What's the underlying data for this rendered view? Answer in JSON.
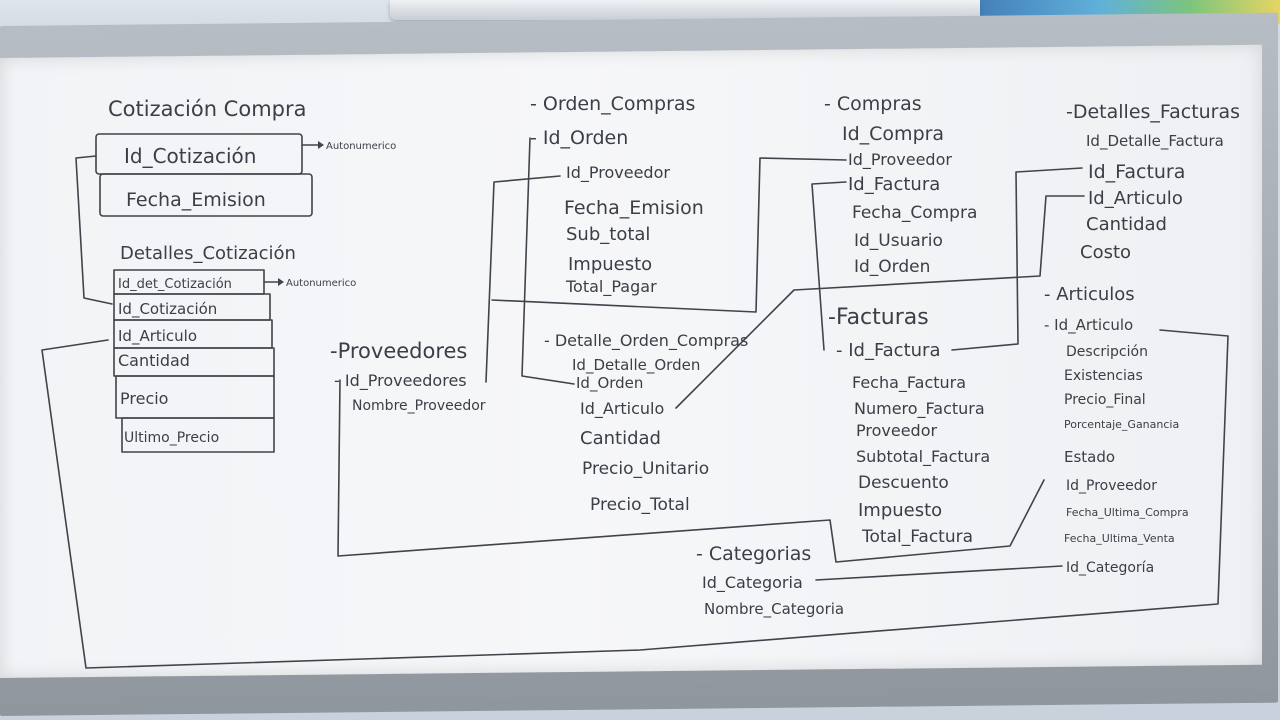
{
  "board": {
    "cotizacion_compra": {
      "title": "Cotización Compra",
      "fields": [
        "Id_Cotización",
        "Fecha_Emision"
      ],
      "note": "Autonumerico"
    },
    "detalles_cotizacion": {
      "title": "Detalles_Cotización",
      "fields": [
        "Id_det_Cotización",
        "Id_Cotización",
        "Id_Articulo",
        "Cantidad",
        "Precio",
        "Ultimo_Precio"
      ],
      "note": "Autonumerico"
    },
    "orden_compras": {
      "title": "- Orden_Compras",
      "fields": [
        "- Id_Orden",
        "Id_Proveedor",
        "Fecha_Emision",
        "Sub_total",
        "Impuesto",
        "Total_Pagar"
      ]
    },
    "detalle_orden_compras": {
      "title": "- Detalle_Orden_Compras",
      "fields": [
        "Id_Detalle_Orden",
        "Id_Orden",
        "Id_Articulo",
        "Cantidad",
        "Precio_Unitario",
        "Precio_Total"
      ]
    },
    "proveedores": {
      "title": "-Proveedores",
      "fields": [
        "- Id_Proveedores",
        "Nombre_Proveedor"
      ]
    },
    "compras": {
      "title": "- Compras",
      "fields": [
        "Id_Compra",
        "Id_Proveedor",
        "Id_Factura",
        "Fecha_Compra",
        "Id_Usuario",
        "Id_Orden"
      ]
    },
    "facturas": {
      "title": "-Facturas",
      "fields": [
        "- Id_Factura",
        "Fecha_Factura",
        "Numero_Factura",
        "Proveedor",
        "Subtotal_Factura",
        "Descuento",
        "Impuesto",
        "Total_Factura"
      ]
    },
    "detalles_facturas": {
      "title": "-Detalles_Facturas",
      "fields": [
        "Id_Detalle_Factura",
        "Id_Factura",
        "Id_Articulo",
        "Cantidad",
        "Costo"
      ]
    },
    "articulos": {
      "title": "- Articulos",
      "fields": [
        "- Id_Articulo",
        "Descripción",
        "Existencias",
        "Precio_Final",
        "Porcentaje_Ganancia",
        "Estado",
        "Id_Proveedor",
        "Fecha_Ultima_Compra",
        "Fecha_Ultima_Venta",
        "Id_Categoría"
      ]
    },
    "categorias": {
      "title": "- Categorias",
      "fields": [
        "Id_Categoria",
        "Nombre_Categoria"
      ]
    }
  },
  "colors": {
    "ink": "#3a3f47",
    "board": "#f3f5f7",
    "frame": "#a9b0b8"
  }
}
